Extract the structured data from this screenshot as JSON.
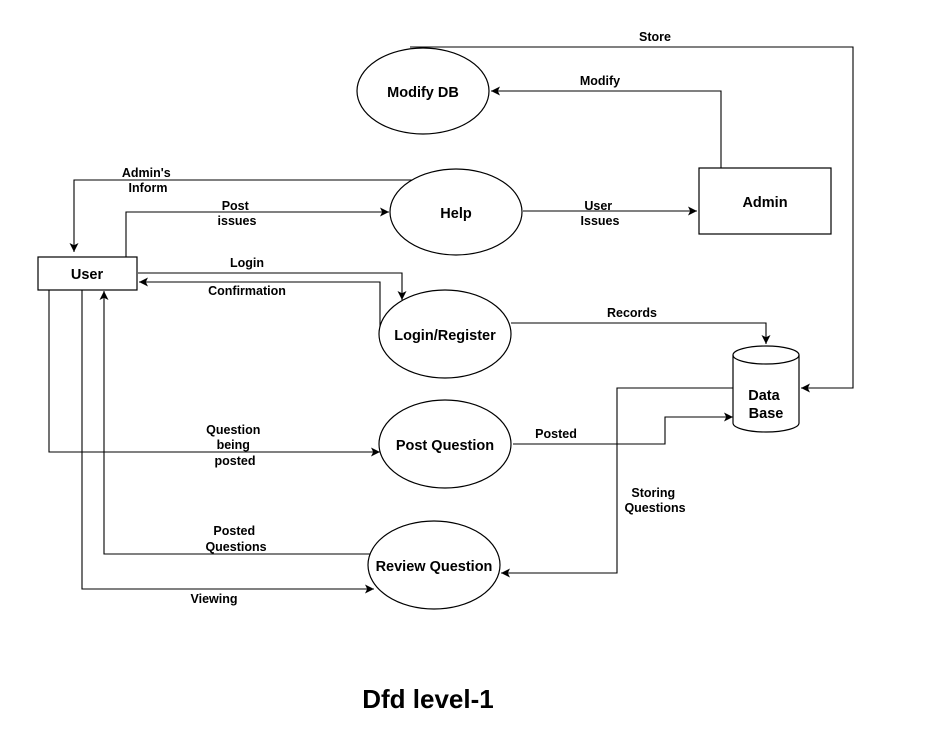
{
  "title": "Dfd level-1",
  "colors": {
    "stroke": "#000000",
    "fill": "#ffffff",
    "text": "#000000"
  },
  "nodes": {
    "user": {
      "label": "User"
    },
    "admin": {
      "label": "Admin"
    },
    "modify_db": {
      "label": "Modify DB"
    },
    "help": {
      "label": "Help"
    },
    "login_register": {
      "label": "Login/Register"
    },
    "post_question": {
      "label": "Post Question"
    },
    "review_question": {
      "label": "Review Question"
    },
    "database": {
      "label": [
        "Data",
        "Base"
      ]
    }
  },
  "edges": {
    "store": [
      "Store"
    ],
    "modify": [
      "Modify"
    ],
    "admins_inform": [
      "Admin's",
      "Inform"
    ],
    "post_issues": [
      "Post",
      "issues"
    ],
    "user_issues": [
      "User",
      "Issues"
    ],
    "login": [
      "Login"
    ],
    "confirmation": [
      "Confirmation"
    ],
    "records": [
      "Records"
    ],
    "question_being_posted": [
      "Question",
      "being",
      "posted"
    ],
    "posted": [
      "Posted"
    ],
    "storing_questions": [
      "Storing",
      "Questions"
    ],
    "posted_questions": [
      "Posted",
      "Questions"
    ],
    "viewing": [
      "Viewing"
    ]
  }
}
